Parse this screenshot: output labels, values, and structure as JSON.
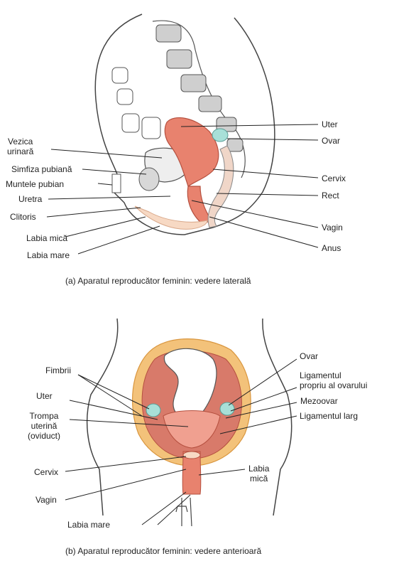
{
  "figure_a": {
    "caption": "(a)  Aparatul reproducător feminin: vedere laterală",
    "labels": {
      "vezica": "Vezica\nurinară",
      "simfiza": "Simfiza pubiană",
      "muntele": "Muntele pubian",
      "uretra": "Uretra",
      "clitoris": "Clitoris",
      "labia_mica": "Labia mică",
      "labia_mare": "Labia mare",
      "uter": "Uter",
      "ovar": "Ovar",
      "cervix": "Cervix",
      "rect": "Rect",
      "vagin": "Vagin",
      "anus": "Anus"
    }
  },
  "figure_b": {
    "caption": "(b)  Aparatul reproducător feminin: vedere anterioară",
    "labels": {
      "fimbrii": "Fimbrii",
      "uter": "Uter",
      "trompa": "Trompa\nuterină\n(oviduct)",
      "cervix": "Cervix",
      "vagin": "Vagin",
      "labia_mare": "Labia  mare",
      "ovar": "Ovar",
      "ligamentul_propriu": "Ligamentul\npropriu al ovarului",
      "mezoovar": "Mezoovar",
      "ligamentul_larg": "Ligamentul larg",
      "labia_mica": "Labia\nmică"
    }
  },
  "colors": {
    "line": "#222222",
    "organ": "#e8826e",
    "organ_dark": "#c85a4a",
    "skin": "#f7d9c4",
    "bone": "#d8d8d8",
    "ovary": "#a8e0d8",
    "fat": "#f3c27a"
  }
}
